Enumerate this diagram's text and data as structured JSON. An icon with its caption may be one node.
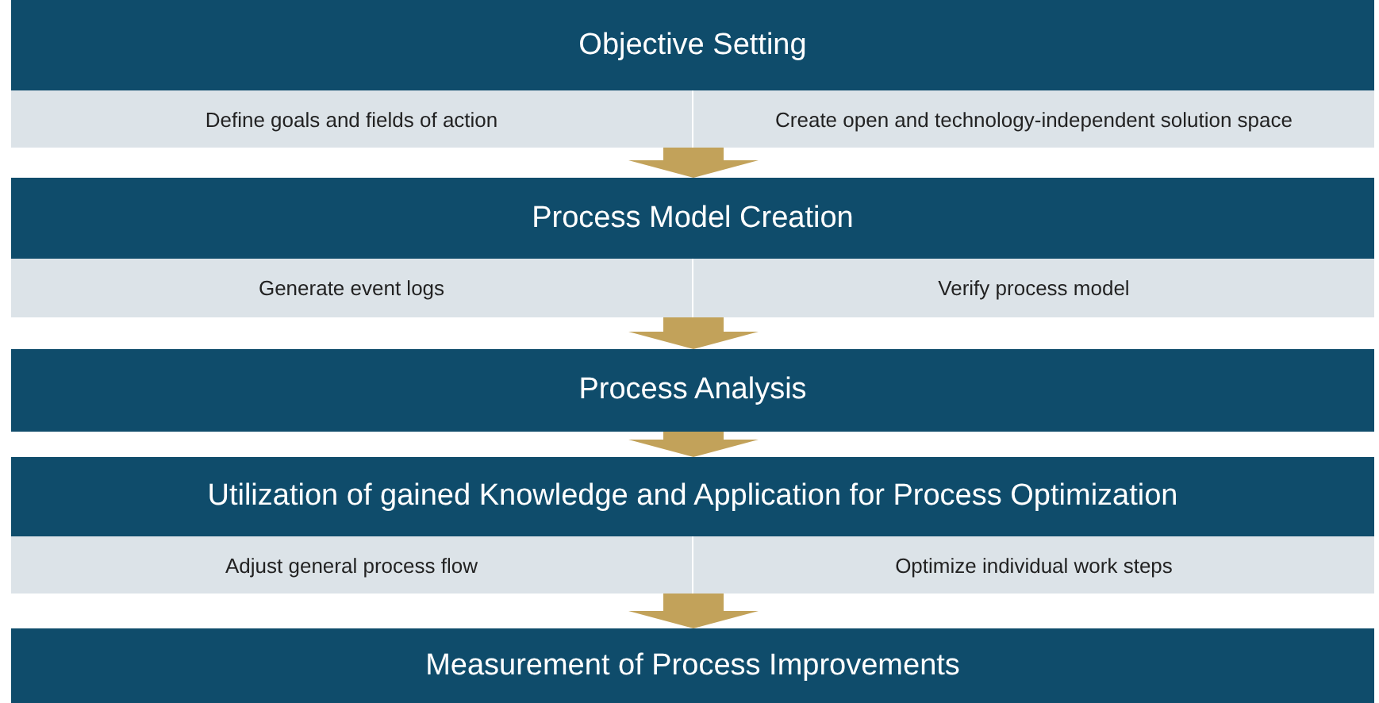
{
  "diagram": {
    "nodes": [
      {
        "text": [
          "Objective Setting"
        ]
      },
      {
        "text": [
          "Define goals and fields of action"
        ],
        "in": 0
      },
      {
        "text": [
          "Create open and technology-independent solution space"
        ],
        "in": 0
      },
      {
        "text": [
          "Process Model Creation"
        ]
      },
      {
        "text": [
          "Generate event logs"
        ],
        "in": 3
      },
      {
        "text": [
          "Verify process model"
        ],
        "in": 3
      },
      {
        "text": [
          "Process Analysis"
        ]
      },
      {
        "text": [
          "Utilization of gained Knowledge and Application for Process Optimization"
        ]
      },
      {
        "text": [
          "Adjust general process flow"
        ],
        "in": 7
      },
      {
        "text": [
          "Optimize individual work steps"
        ],
        "in": 7
      },
      {
        "text": [
          "Measurement of Process Improvements"
        ]
      }
    ],
    "edges": [
      {
        "from": 0,
        "to": 3,
        "arrow": "to"
      },
      {
        "from": 3,
        "to": 6,
        "arrow": "to"
      },
      {
        "from": 6,
        "to": 7,
        "arrow": "to"
      },
      {
        "from": 7,
        "to": 10,
        "arrow": "to"
      }
    ]
  }
}
